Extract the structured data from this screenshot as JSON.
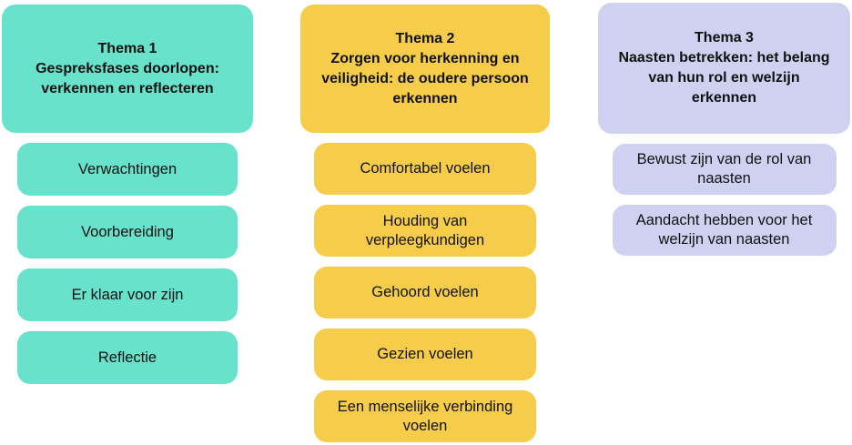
{
  "palette": {
    "theme1_teal": "#69E2CB",
    "theme2_yellow": "#F6CD4B",
    "theme3_lavender": "#CED2F0",
    "text": "#111111",
    "background": "#FFFFFF"
  },
  "columns": [
    {
      "title": "Thema 1",
      "subtitle": "Gespreksfases doorlopen:\nverkennen en reflecteren",
      "items": [
        "Verwachtingen",
        "Voorbereiding",
        "Er klaar voor zijn",
        "Reflectie"
      ]
    },
    {
      "title": "Thema 2",
      "subtitle": "Zorgen voor herkenning en\nveiligheid: de oudere persoon\nerkennen",
      "items": [
        "Comfortabel voelen",
        "Houding van\nverpleegkundigen",
        "Gehoord voelen",
        "Gezien voelen",
        "Een menselijke verbinding\nvoelen"
      ]
    },
    {
      "title": "Thema 3",
      "subtitle": "Naasten betrekken: het belang\nvan hun rol en welzijn\nerkennen",
      "items": [
        "Bewust zijn van de rol van\nnaasten",
        "Aandacht hebben voor het\nwelzijn van naasten"
      ]
    }
  ]
}
